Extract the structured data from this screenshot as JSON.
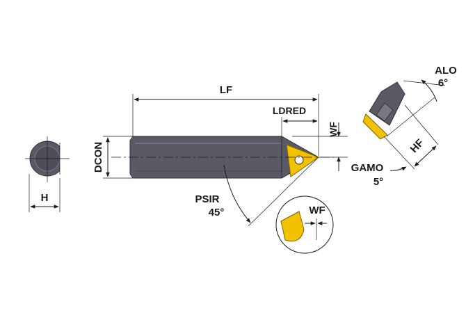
{
  "labels": {
    "lf": "LF",
    "ldred": "LDRED",
    "wf": "WF",
    "dcon": "DCON",
    "h": "H",
    "psir": "PSIR",
    "psir_value": "45°",
    "gamo": "GAMO",
    "gamo_value": "5°",
    "alo": "ALO",
    "alo_value": "6°",
    "hf": "HF",
    "detail_wf": "WF"
  },
  "colors": {
    "body": "#5a5a66",
    "body_edge": "#2c2c34",
    "body_highlight": "#787884",
    "insert": "#f2c200",
    "insert_edge": "#7a6000",
    "line": "#1a1a1a"
  }
}
